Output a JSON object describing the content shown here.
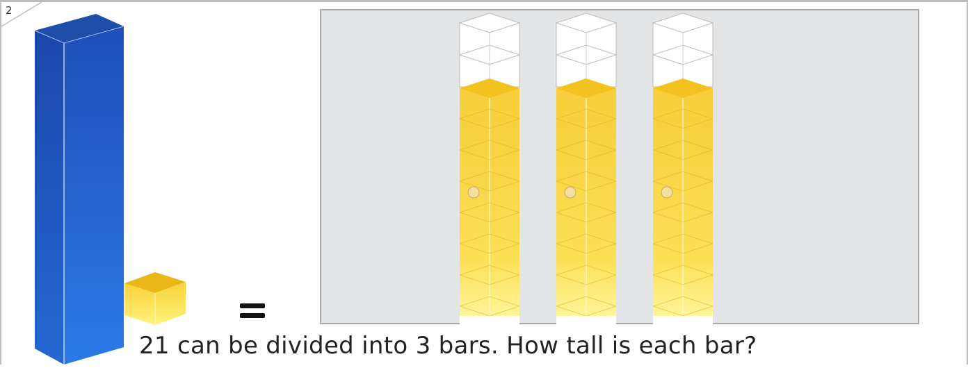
{
  "page": {
    "number": "2"
  },
  "problem": {
    "question": "21 can be divided into 3 bars. How tall is each bar?",
    "operator": "="
  },
  "manipulatives": {
    "rod_color": "#2160d6",
    "cube_color": "#f7d544",
    "columns": [
      {
        "name": "bar-1",
        "filled": 7,
        "empty": 2
      },
      {
        "name": "bar-2",
        "filled": 7,
        "empty": 2
      },
      {
        "name": "bar-3",
        "filled": 7,
        "empty": 2
      }
    ]
  },
  "colors": {
    "panel_background": "#e3e4e6",
    "panel_border": "#a9a9a9",
    "frame_border": "#bdbdbd"
  }
}
